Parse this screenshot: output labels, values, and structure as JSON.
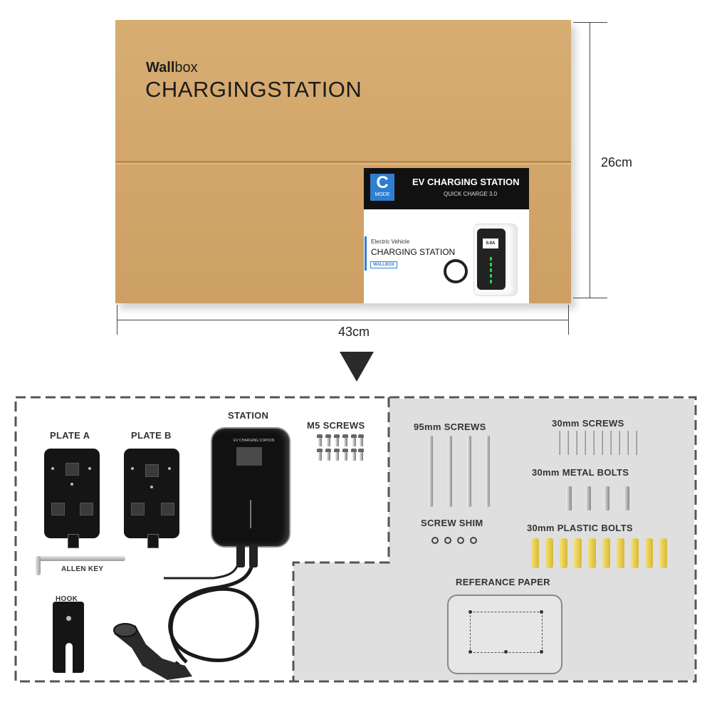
{
  "box": {
    "brand_bold": "Wall",
    "brand_rest": "box",
    "title": "CHARGINGSTATION",
    "label": {
      "mode_letter": "C",
      "mode_word": "MODE",
      "header_title": "EV CHARGING STATION",
      "header_subtitle": "QUICK CHARGE 3.0",
      "subtitle": "Electric Vehicle",
      "title": "CHARGING STATION",
      "badge": "WALLBOX",
      "screen_text": "0.0A"
    }
  },
  "dimensions": {
    "height": "26cm",
    "width": "43cm"
  },
  "parts": {
    "plate_a": "PLATE A",
    "plate_b": "PLATE B",
    "station": "STATION",
    "station_mini_label": "EV CHARGING STATION",
    "m5_screws": "M5 SCREWS",
    "allen_key": "ALLEN KEY",
    "hook": "HOOK",
    "screws_95mm": "95mm SCREWS",
    "screws_30mm": "30mm SCREWS",
    "metal_bolts_30mm": "30mm METAL BOLTS",
    "screw_shim": "SCREW SHIM",
    "plastic_bolts_30mm": "30mm PLASTIC BOLTS",
    "reference_paper": "REFERANCE PAPER"
  },
  "colors": {
    "cardboard": "#d2a66a",
    "accent_blue": "#2f7fd0",
    "led_green": "#29d04a",
    "plastic_yellow": "#e8c84a",
    "panel_gray": "#dfdfdf"
  }
}
